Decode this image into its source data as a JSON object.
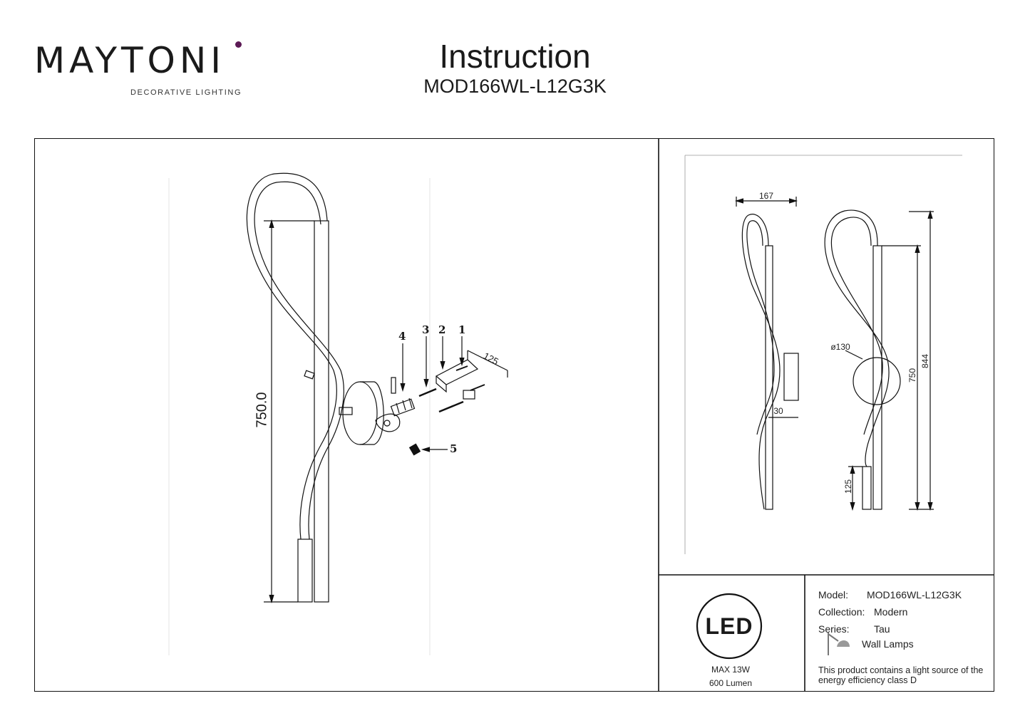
{
  "header": {
    "brand": "MAYTONI",
    "brand_tagline": "DECORATIVE LIGHTING",
    "title": "Instruction",
    "model_code": "MOD166WL-L12G3K"
  },
  "assembly": {
    "height_label": "750.0",
    "parts": [
      "1",
      "2",
      "3",
      "4",
      "5"
    ],
    "bracket_dim": "125"
  },
  "dimensions": {
    "width": "167",
    "height_inner": "750",
    "height_total": "844",
    "base_diameter": "ø130",
    "depth": "30",
    "bottom_section": "125"
  },
  "specs": {
    "led_badge": "LED",
    "power": "MAX 13W",
    "lumen": "600 Lumen",
    "model_label": "Model:",
    "model_value": "MOD166WL-L12G3K",
    "collection_label": "Collection:",
    "collection_value": "Modern",
    "series_label": "Series:",
    "series_value": "Tau",
    "type_value": "Wall Lamps",
    "energy_note": "This product contains a light source of the energy efficiency class D"
  },
  "colors": {
    "brand_dot": "#5c1a55",
    "line": "#111111"
  },
  "icons": [
    "wall-lamp-icon"
  ]
}
